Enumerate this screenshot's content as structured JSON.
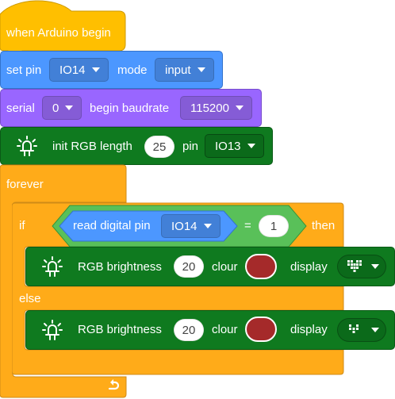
{
  "colors": {
    "event": "#FFBF00",
    "control": "#FFAB19",
    "pins": "#4C97FF",
    "serial": "#9966FF",
    "rgb": "#0F7A1F",
    "operator": "#59C059",
    "swatch": "#A52A2A"
  },
  "hat": {
    "label": "when Arduino begin"
  },
  "set_pin": {
    "label": "set pin",
    "pin": "IO14",
    "mode_label": "mode",
    "mode": "input"
  },
  "serial": {
    "label": "serial",
    "port": "0",
    "baud_label": "begin baudrate",
    "baud": "115200"
  },
  "init_rgb": {
    "icon": "led-icon",
    "label": "init RGB length",
    "length": "25",
    "pin_label": "pin",
    "pin": "IO13"
  },
  "forever": {
    "label": "forever",
    "loop_icon": "loop-arrow-icon"
  },
  "if_block": {
    "if_label": "if",
    "then_label": "then",
    "else_label": "else",
    "condition": {
      "read_label": "read digital pin",
      "pin": "IO14",
      "operator": "=",
      "value": "1"
    }
  },
  "rgb_then": {
    "icon": "led-icon",
    "label": "RGB brightness",
    "brightness": "20",
    "colour_label": "clour",
    "display_label": "display",
    "pattern": "heart-pattern-icon"
  },
  "rgb_else": {
    "icon": "led-icon",
    "label": "RGB brightness",
    "brightness": "20",
    "colour_label": "clour",
    "display_label": "display",
    "pattern": "small-heart-pattern-icon"
  }
}
